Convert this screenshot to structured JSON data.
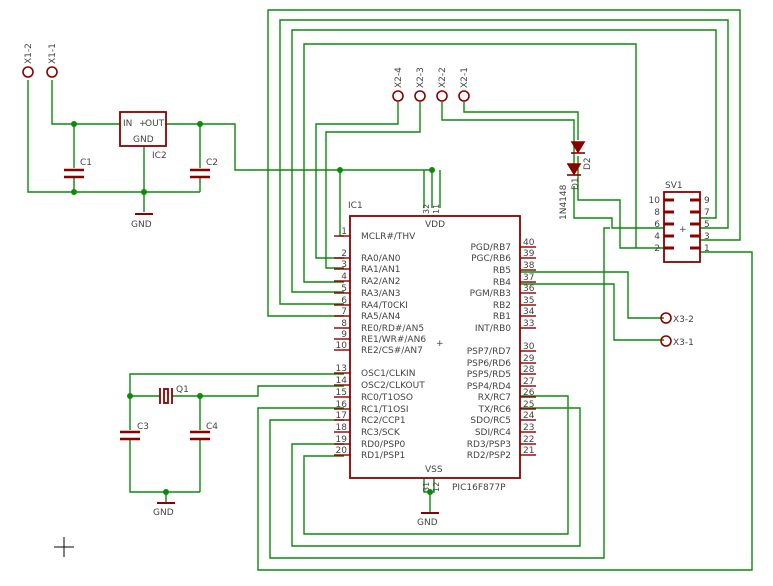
{
  "colors": {
    "wire": "#0b8a0b",
    "component": "#8b0000",
    "label": "#444444",
    "junction": "#0b8a0b",
    "background": "#ffffff"
  },
  "connectors": {
    "x1_2": "X1-2",
    "x1_1": "X1-1",
    "x2_4": "X2-4",
    "x2_3": "X2-3",
    "x2_2": "X2-2",
    "x2_1": "X2-1",
    "x3_2": "X3-2",
    "x3_1": "X3-1"
  },
  "regulator": {
    "name": "IC2",
    "in": "IN",
    "out": "OUT",
    "gnd": "GND"
  },
  "caps": {
    "c1": "C1",
    "c2": "C2",
    "c3": "C3",
    "c4": "C4"
  },
  "crystal": "Q1",
  "diodes": {
    "d1": "D1",
    "d1_part": "1N4148",
    "d2": "D2"
  },
  "gnd_label": "GND",
  "mcu": {
    "name": "IC1",
    "part": "PIC16F877P",
    "vdd": "VDD",
    "vss": "VSS",
    "vdd_pins": [
      "32",
      "11"
    ],
    "vss_pins": [
      "31",
      "12"
    ],
    "left_pins": [
      {
        "num": "1",
        "name": "MCLR#/THV"
      },
      {
        "num": "2",
        "name": "RA0/AN0"
      },
      {
        "num": "3",
        "name": "RA1/AN1"
      },
      {
        "num": "4",
        "name": "RA2/AN2"
      },
      {
        "num": "5",
        "name": "RA3/AN3"
      },
      {
        "num": "6",
        "name": "RA4/T0CKI"
      },
      {
        "num": "7",
        "name": "RA5/AN4"
      },
      {
        "num": "8",
        "name": "RE0/RD#/AN5"
      },
      {
        "num": "9",
        "name": "RE1/WR#/AN6"
      },
      {
        "num": "10",
        "name": "RE2/CS#/AN7"
      },
      {
        "num": "13",
        "name": "OSC1/CLKIN"
      },
      {
        "num": "14",
        "name": "OSC2/CLKOUT"
      },
      {
        "num": "15",
        "name": "RC0/T1OSO"
      },
      {
        "num": "16",
        "name": "RC1/T1OSI"
      },
      {
        "num": "17",
        "name": "RC2/CCP1"
      },
      {
        "num": "18",
        "name": "RC3/SCK"
      },
      {
        "num": "19",
        "name": "RD0/PSP0"
      },
      {
        "num": "20",
        "name": "RD1/PSP1"
      }
    ],
    "right_pins": [
      {
        "num": "40",
        "name": "PGD/RB7"
      },
      {
        "num": "39",
        "name": "PGC/RB6"
      },
      {
        "num": "38",
        "name": "RB5"
      },
      {
        "num": "37",
        "name": "RB4"
      },
      {
        "num": "36",
        "name": "PGM/RB3"
      },
      {
        "num": "35",
        "name": "RB2"
      },
      {
        "num": "34",
        "name": "RB1"
      },
      {
        "num": "33",
        "name": "INT/RB0"
      },
      {
        "num": "30",
        "name": "PSP7/RD7"
      },
      {
        "num": "29",
        "name": "PSP6/RD6"
      },
      {
        "num": "28",
        "name": "PSP5/RD5"
      },
      {
        "num": "27",
        "name": "PSP4/RD4"
      },
      {
        "num": "26",
        "name": "RX/RC7"
      },
      {
        "num": "25",
        "name": "TX/RC6"
      },
      {
        "num": "24",
        "name": "SDO/RC5"
      },
      {
        "num": "23",
        "name": "SDI/RC4"
      },
      {
        "num": "22",
        "name": "RD3/PSP3"
      },
      {
        "num": "21",
        "name": "RD2/PSP2"
      }
    ]
  },
  "header": {
    "name": "SV1",
    "left_nums": [
      "10",
      "8",
      "6",
      "4",
      "2"
    ],
    "right_nums": [
      "9",
      "7",
      "5",
      "3",
      "1"
    ]
  }
}
